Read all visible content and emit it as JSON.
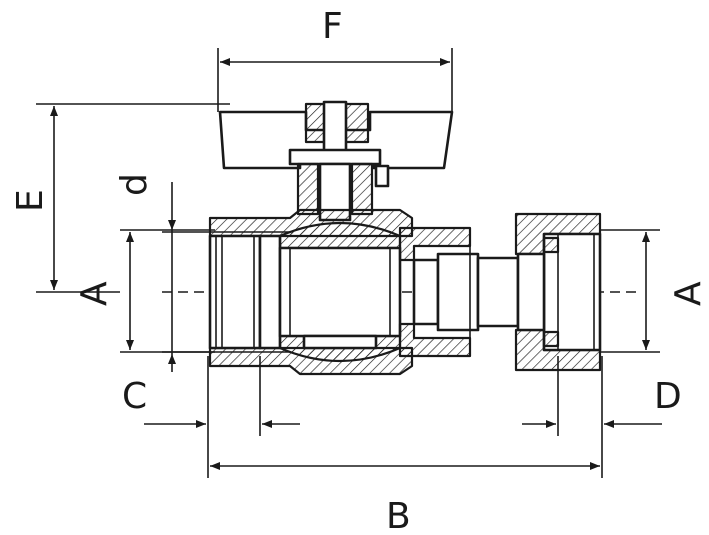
{
  "labels": {
    "F": "F",
    "E": "E",
    "d": "d",
    "A_left": "A",
    "A_right": "A",
    "C": "C",
    "D": "D",
    "B": "B"
  },
  "colors": {
    "line": "#1a1a1a",
    "background": "#ffffff"
  }
}
